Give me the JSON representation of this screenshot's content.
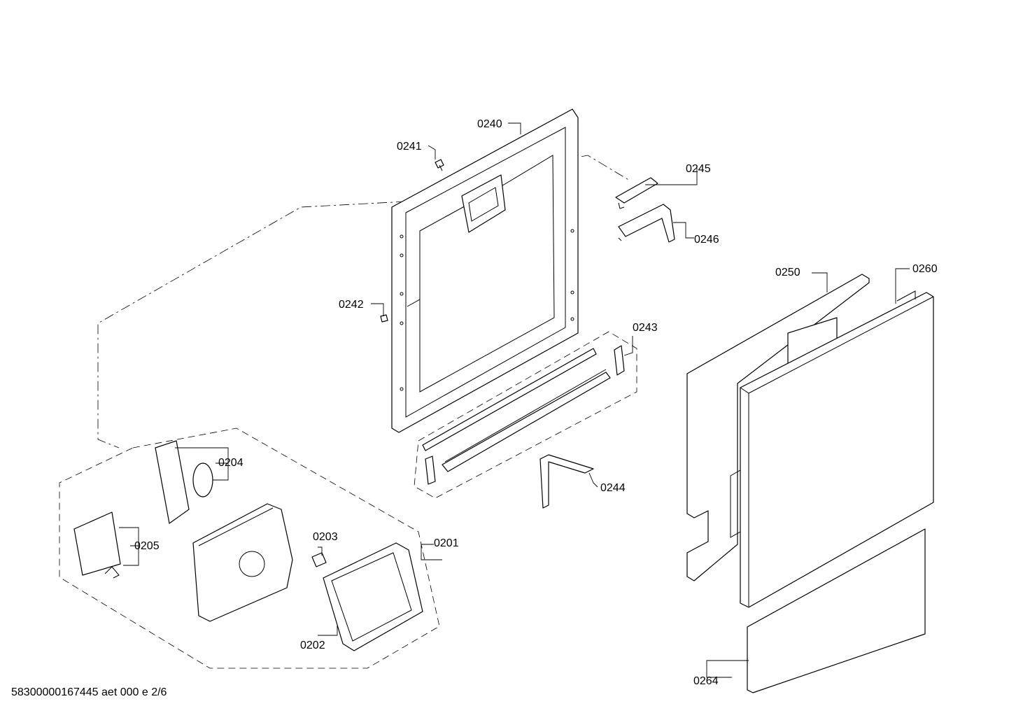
{
  "diagram": {
    "labels": {
      "p0240": "0240",
      "p0241": "0241",
      "p0242": "0242",
      "p0243": "0243",
      "p0244": "0244",
      "p0245": "0245",
      "p0246": "0246",
      "p0250": "0250",
      "p0260": "0260",
      "p0264": "0264",
      "p0201": "0201",
      "p0202": "0202",
      "p0203": "0203",
      "p0204": "0204",
      "p0205": "0205"
    },
    "footer": "58300000167445 aet 000 e 2/6"
  }
}
